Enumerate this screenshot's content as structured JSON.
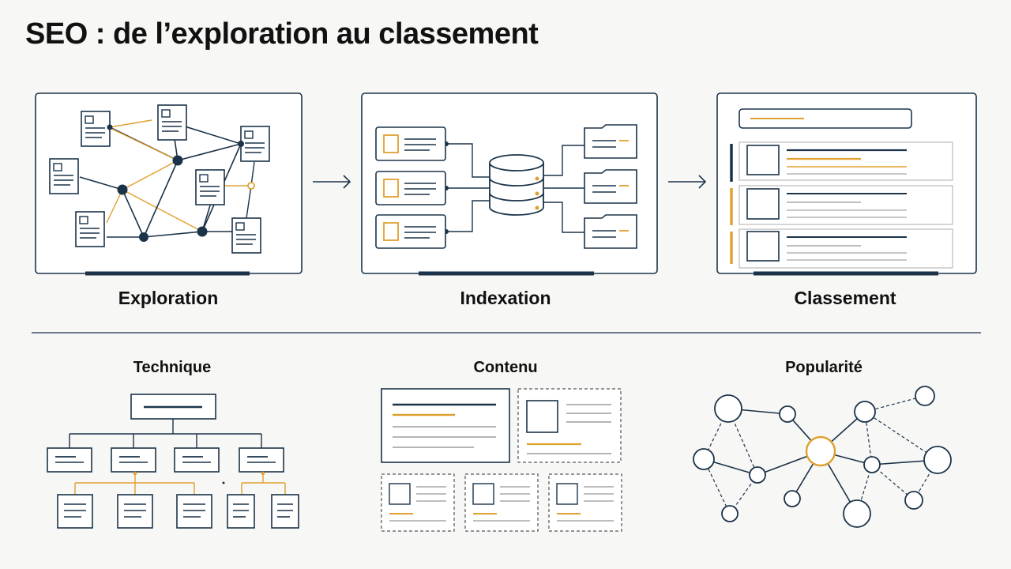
{
  "title": "SEO : de l’exploration au classement",
  "stages": [
    {
      "label": "Exploration"
    },
    {
      "label": "Indexation"
    },
    {
      "label": "Classement"
    }
  ],
  "factors": [
    {
      "label": "Technique"
    },
    {
      "label": "Contenu"
    },
    {
      "label": "Popularité"
    }
  ],
  "colors": {
    "navy": "#1b3349",
    "orange": "#e0a030",
    "gray": "#b5b5b5",
    "background": "#f7f7f5"
  }
}
